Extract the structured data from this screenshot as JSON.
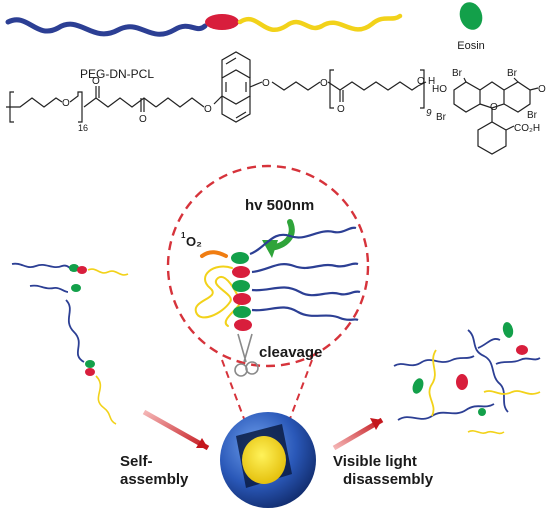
{
  "labels": {
    "polymer_name": "PEG-DN-PCL",
    "eosin": "Eosin",
    "peg_repeat": "16",
    "pcl_repeat": "9",
    "end_h": "H",
    "carbonyl_o": "O",
    "ester_o": "O",
    "ether_o": "O",
    "eosin_br": "Br",
    "eosin_ho": "HO",
    "eosin_o": "O",
    "eosin_co2h": "CO₂H",
    "light": "hv 500nm",
    "singlet_oxygen_sup": "1",
    "singlet_oxygen_main": "O₂",
    "cleavage": "cleavage",
    "self_assembly_1": "Self-",
    "self_assembly_2": "assembly",
    "disassembly_1": "Visible light",
    "disassembly_2": "disassembly"
  },
  "colors": {
    "peg_blue": "#2c3f94",
    "pcl_yellow": "#f2d21a",
    "linker_red": "#d81e3c",
    "eosin_green": "#13a04a",
    "arrow_red": "#c4161c",
    "arrow_green": "#2fa43a",
    "oxygen_orange": "#f07d12",
    "dash_red": "#d6333b"
  }
}
